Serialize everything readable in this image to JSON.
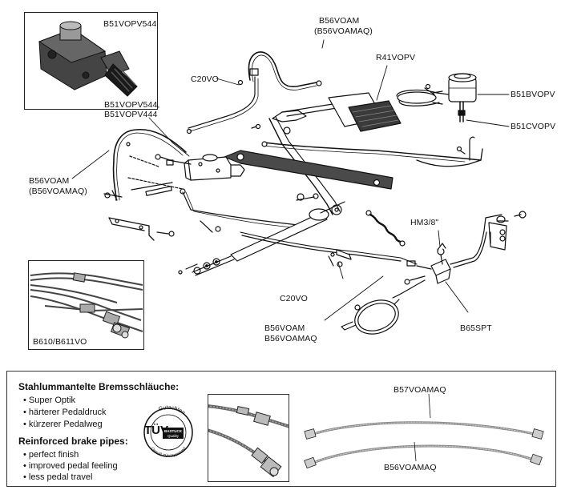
{
  "labels": {
    "b51vopv544_inset": "B51VOPV544",
    "b56voam_top": "B56VOAM",
    "b56voamaq_top": "(B56VOAMAQ)",
    "r41vopv": "R41VOPV",
    "c20vo_top": "C20VO",
    "b51vopv544_mid": "B51VOPV544,",
    "b51vopv444": "B51VOPV444",
    "b51bvopv": "B51BVOPV",
    "b51cvopv": "B51CVOPV",
    "b56voam_left": "B56VOAM",
    "b56voamaq_left": "(B56VOAMAQ)",
    "hm38": "HM3/8\"",
    "c20vo_bottom": "C20VO",
    "b56voam_bottom": "B56VOAM",
    "b56voamaq_bottom": "B56VOAMAQ",
    "b65spt": "B65SPT",
    "b610": "B610/B611VO"
  },
  "panel": {
    "heading_de": "Stahlummantelte Bremsschläuche:",
    "bullets_de": [
      "Super Optik",
      "härterer Pedaldruck",
      "kürzerer Pedalweg"
    ],
    "heading_en": "Reinforced brake pipes:",
    "bullets_en": [
      "perfect finish",
      "improved pedal feeling",
      "less pedal travel"
    ],
    "tuv_main": "TÜV",
    "tuv_ring_top": "Gutachten",
    "tuv_ring_bottom": "Gemäß TÜV Approved",
    "tuv_badge_1": "BASTUCK",
    "tuv_badge_2": "Quality",
    "hose_label_1": "B57VOAMAQ",
    "hose_label_2": "B56VOAMAQ"
  }
}
